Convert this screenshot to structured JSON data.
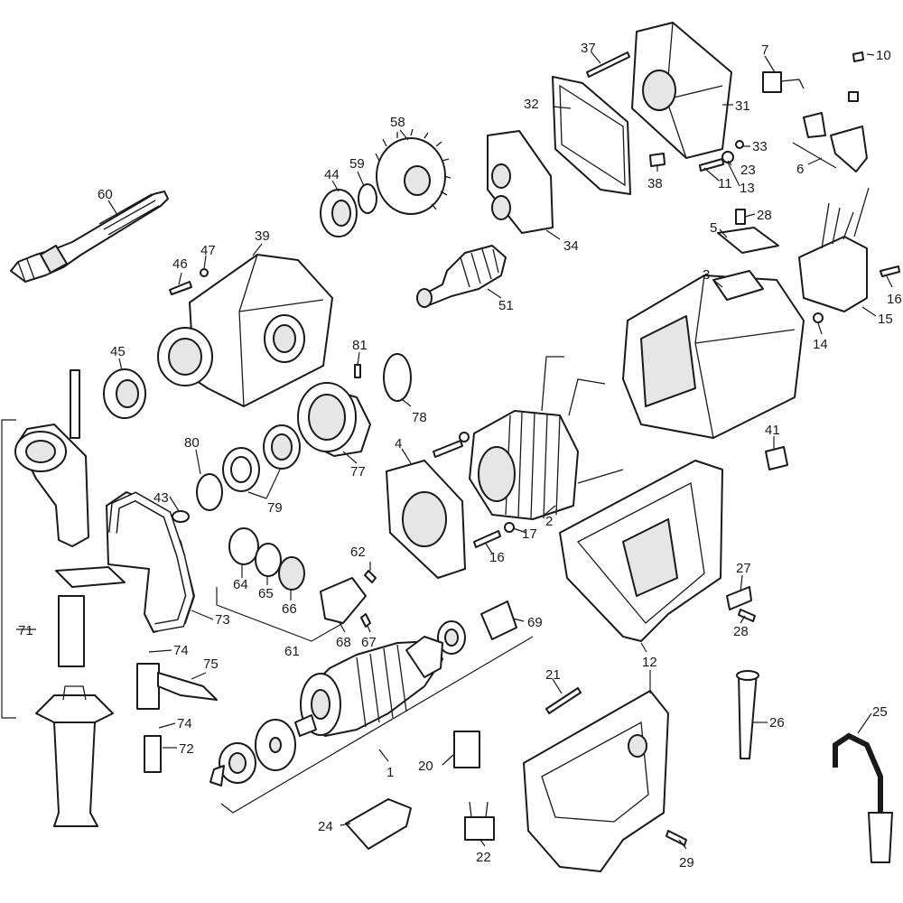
{
  "parts": [
    {
      "id": "p1",
      "number": "1"
    },
    {
      "id": "p2",
      "number": "2"
    },
    {
      "id": "p3",
      "number": "3"
    },
    {
      "id": "p4",
      "number": "4"
    },
    {
      "id": "p5",
      "number": "5"
    },
    {
      "id": "p6",
      "number": "6"
    },
    {
      "id": "p7",
      "number": "7"
    },
    {
      "id": "p10",
      "number": "10"
    },
    {
      "id": "p11",
      "number": "11"
    },
    {
      "id": "p12",
      "number": "12"
    },
    {
      "id": "p13",
      "number": "13"
    },
    {
      "id": "p14",
      "number": "14"
    },
    {
      "id": "p15",
      "number": "15"
    },
    {
      "id": "p16a",
      "number": "16"
    },
    {
      "id": "p16b",
      "number": "16"
    },
    {
      "id": "p17",
      "number": "17"
    },
    {
      "id": "p20",
      "number": "20"
    },
    {
      "id": "p21",
      "number": "21"
    },
    {
      "id": "p22",
      "number": "22"
    },
    {
      "id": "p23",
      "number": "23"
    },
    {
      "id": "p24",
      "number": "24"
    },
    {
      "id": "p25",
      "number": "25"
    },
    {
      "id": "p26",
      "number": "26"
    },
    {
      "id": "p27",
      "number": "27"
    },
    {
      "id": "p28a",
      "number": "28"
    },
    {
      "id": "p28b",
      "number": "28"
    },
    {
      "id": "p29",
      "number": "29"
    },
    {
      "id": "p31",
      "number": "31"
    },
    {
      "id": "p32",
      "number": "32"
    },
    {
      "id": "p33",
      "number": "33"
    },
    {
      "id": "p34",
      "number": "34"
    },
    {
      "id": "p37",
      "number": "37"
    },
    {
      "id": "p38",
      "number": "38"
    },
    {
      "id": "p39",
      "number": "39"
    },
    {
      "id": "p41",
      "number": "41"
    },
    {
      "id": "p43",
      "number": "43"
    },
    {
      "id": "p44",
      "number": "44"
    },
    {
      "id": "p45",
      "number": "45"
    },
    {
      "id": "p46",
      "number": "46"
    },
    {
      "id": "p47",
      "number": "47"
    },
    {
      "id": "p51",
      "number": "51"
    },
    {
      "id": "p58",
      "number": "58"
    },
    {
      "id": "p59",
      "number": "59"
    },
    {
      "id": "p60",
      "number": "60"
    },
    {
      "id": "p61",
      "number": "61"
    },
    {
      "id": "p62",
      "number": "62"
    },
    {
      "id": "p64",
      "number": "64"
    },
    {
      "id": "p65",
      "number": "65"
    },
    {
      "id": "p66",
      "number": "66"
    },
    {
      "id": "p67",
      "number": "67"
    },
    {
      "id": "p68",
      "number": "68"
    },
    {
      "id": "p69",
      "number": "69"
    },
    {
      "id": "p71",
      "number": "71"
    },
    {
      "id": "p72",
      "number": "72"
    },
    {
      "id": "p73",
      "number": "73"
    },
    {
      "id": "p74a",
      "number": "74"
    },
    {
      "id": "p74b",
      "number": "74"
    },
    {
      "id": "p75",
      "number": "75"
    },
    {
      "id": "p77",
      "number": "77"
    },
    {
      "id": "p78",
      "number": "78"
    },
    {
      "id": "p79",
      "number": "79"
    },
    {
      "id": "p80",
      "number": "80"
    },
    {
      "id": "p81",
      "number": "81"
    }
  ]
}
